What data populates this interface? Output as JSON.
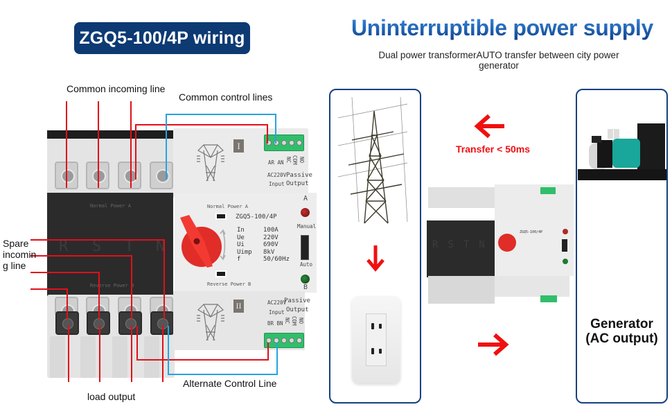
{
  "left": {
    "title_badge": "ZGQ5-100/4P wiring",
    "labels": {
      "common_incoming": "Common incoming line",
      "common_control": "Common control lines",
      "spare_incoming": "Spare\nincomin\ng line",
      "load_output": "load output",
      "alternate_control": "Alternate Control Line"
    },
    "device": {
      "normal_power": "Normal Power A",
      "reverse_power": "Reverse Power B",
      "phases": [
        "R",
        "S",
        "T",
        "N"
      ],
      "model": "ZGQ5-100/4P",
      "specs": [
        {
          "key": "In",
          "value": "100A"
        },
        {
          "key": "Ue",
          "value": "220V"
        },
        {
          "key": "Ui",
          "value": "690V"
        },
        {
          "key": "Uimp",
          "value": "8kV"
        },
        {
          "key": "f",
          "value": "50/60Hz"
        }
      ],
      "indicator_a": "A",
      "indicator_b": "B",
      "mode_manual": "Manual",
      "mode_auto": "Auto",
      "section_1": "I",
      "section_2": "II",
      "top_terminal": {
        "input_pins": "AR AN",
        "voltage": "AC220V",
        "input_label": "Input",
        "output_pins": [
          "NC",
          "COM",
          "NO"
        ],
        "passive": "Passive",
        "output_label": "Output"
      },
      "bottom_terminal": {
        "voltage": "AC220V",
        "input_label": "Input",
        "input_pins": "BR BN",
        "passive": "Passive",
        "output_label": "Output",
        "output_pins": [
          "NC",
          "COM",
          "NO"
        ]
      }
    }
  },
  "right": {
    "title": "Uninterruptible power supply",
    "subtitle": "Dual power transformerAUTO transfer between city power generator",
    "transfer_label": "Transfer < 50ms",
    "generator_label_1": "Generator",
    "generator_label_2": "(AC output)"
  },
  "colors": {
    "badge": "#0d3a73",
    "title_blue": "#1a5fb8",
    "wire_red": "#e0101a",
    "wire_blue": "#25a4e0",
    "arrow_red": "#f01010",
    "card_border": "#16407e"
  }
}
